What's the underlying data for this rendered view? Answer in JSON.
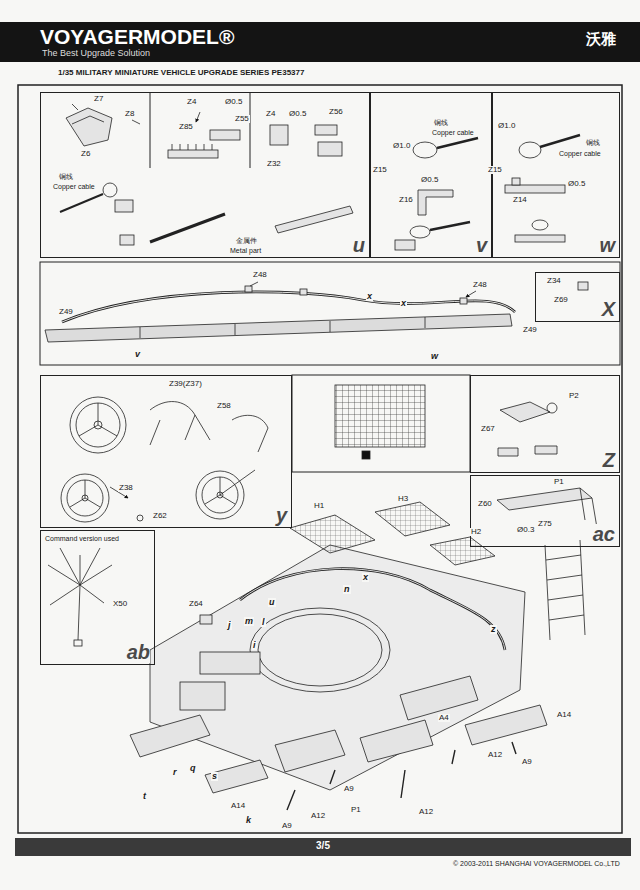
{
  "diagram": {
    "title": "1/35 MILITARY MINIATURE VEHICLE UPGRADE SERIES PE35377",
    "nodes": [
      {
        "text": [
          "VOYAGERMODEL®",
          "The Best Upgrade Solution",
          "沃雅"
        ]
      },
      {
        "text": [
          "u"
        ]
      },
      {
        "text": [
          "v"
        ]
      },
      {
        "text": [
          "w"
        ]
      },
      {
        "text": [
          "X"
        ]
      },
      {
        "text": [
          "y"
        ]
      },
      {
        "text": [
          "Z"
        ]
      },
      {
        "text": [
          "ac"
        ]
      },
      {
        "text": [
          "Command version used",
          "ab"
        ]
      },
      {
        "text": [
          "3/5"
        ]
      }
    ],
    "labels": [
      "Z7",
      "Z8",
      "Z6",
      "Z4",
      "Ø0.5",
      "Z85",
      "Z55",
      "Z4",
      "Ø0.5",
      "Z56",
      "Z32",
      "铜线",
      "Copper cable",
      "金属件",
      "Metal part",
      "铜线",
      "Copper cable",
      "Ø1.0",
      "Z15",
      "Ø0.5",
      "Z16",
      "Ø1.0",
      "铜线",
      "Copper cable",
      "Z15",
      "Ø0.5",
      "Z14",
      "Z48",
      "Z48",
      "Z49",
      "x",
      "x",
      "Z49",
      "v",
      "w",
      "Z34",
      "Z69",
      "Z39(Z37)",
      "Z58",
      "Z38",
      "Z62",
      "P2",
      "Z67",
      "P1",
      "Z60",
      "Ø0.3",
      "X50",
      "H1",
      "H3",
      "H2",
      "Z75",
      "Z64",
      "u",
      "n",
      "x",
      "z",
      "j",
      "m",
      "l",
      "i",
      "t",
      "r",
      "q",
      "s",
      "k",
      "A14",
      "A4",
      "A12",
      "A9",
      "A9",
      "A12",
      "P1",
      "A12",
      "A9",
      "A14",
      "© 2003-2011 SHANGHAI VOYAGERMODEL Co.,LTD"
    ]
  }
}
